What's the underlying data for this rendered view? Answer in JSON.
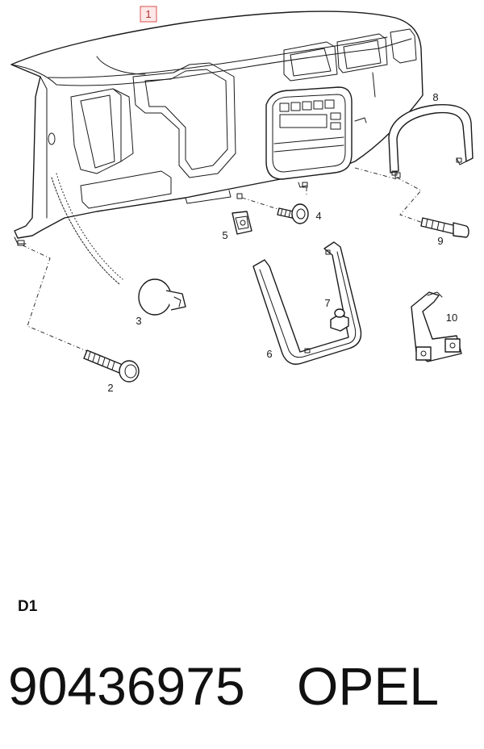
{
  "diagram": {
    "callouts": [
      {
        "id": "1",
        "label": "1",
        "highlighted": true
      },
      {
        "id": "2",
        "label": "2"
      },
      {
        "id": "3",
        "label": "3"
      },
      {
        "id": "4",
        "label": "4"
      },
      {
        "id": "5",
        "label": "5"
      },
      {
        "id": "6",
        "label": "6"
      },
      {
        "id": "7",
        "label": "7"
      },
      {
        "id": "8",
        "label": "8"
      },
      {
        "id": "9",
        "label": "9"
      },
      {
        "id": "10",
        "label": "10"
      }
    ],
    "highlight_color": "#d9534f"
  },
  "footer": {
    "section": "D1",
    "part_number": "90436975",
    "brand": "OPEL"
  }
}
